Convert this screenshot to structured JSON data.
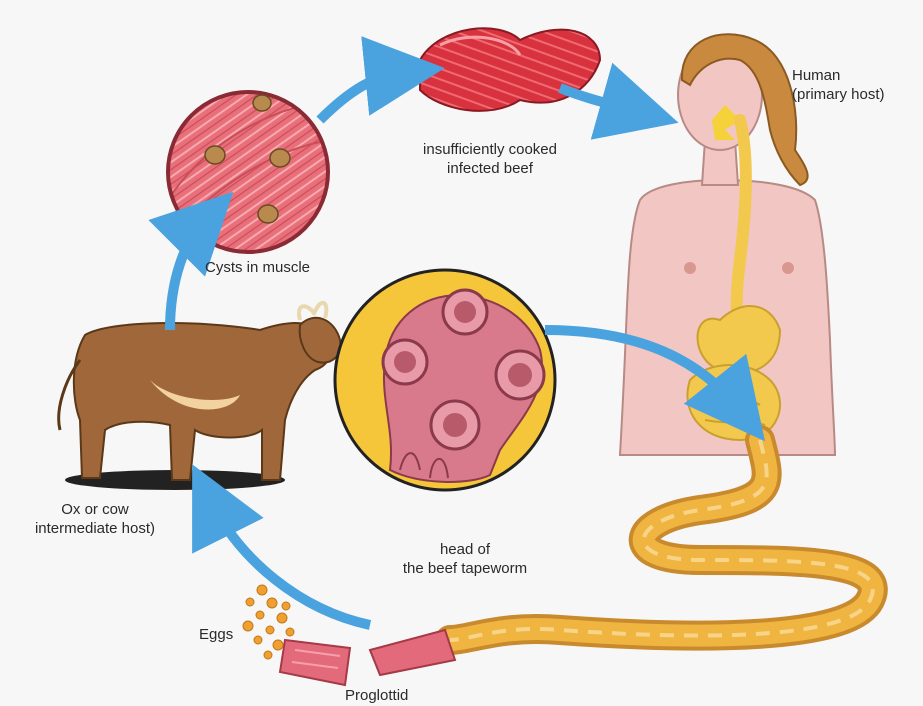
{
  "labels": {
    "human": [
      "Human",
      "(primary host)"
    ],
    "beef": [
      "insufficiently cooked",
      "infected beef"
    ],
    "cysts": "Cysts in muscle",
    "ox": [
      "Ox or cow",
      "intermediate host)"
    ],
    "head": [
      "head of",
      "the beef tapeworm"
    ],
    "eggs": "Eggs",
    "proglottid": "Proglottid"
  },
  "colors": {
    "arrow": "#4aa3df",
    "muscle": "#e9707a",
    "cyst": "#b88a4e",
    "skin": "#f2c6c2",
    "intestine": "#f2c94c",
    "cow": "#a0683a",
    "head_bg": "#f5c53a",
    "tapeworm_head": "#d87a8c",
    "worm": "#f0b440",
    "egg": "#f0a030"
  }
}
